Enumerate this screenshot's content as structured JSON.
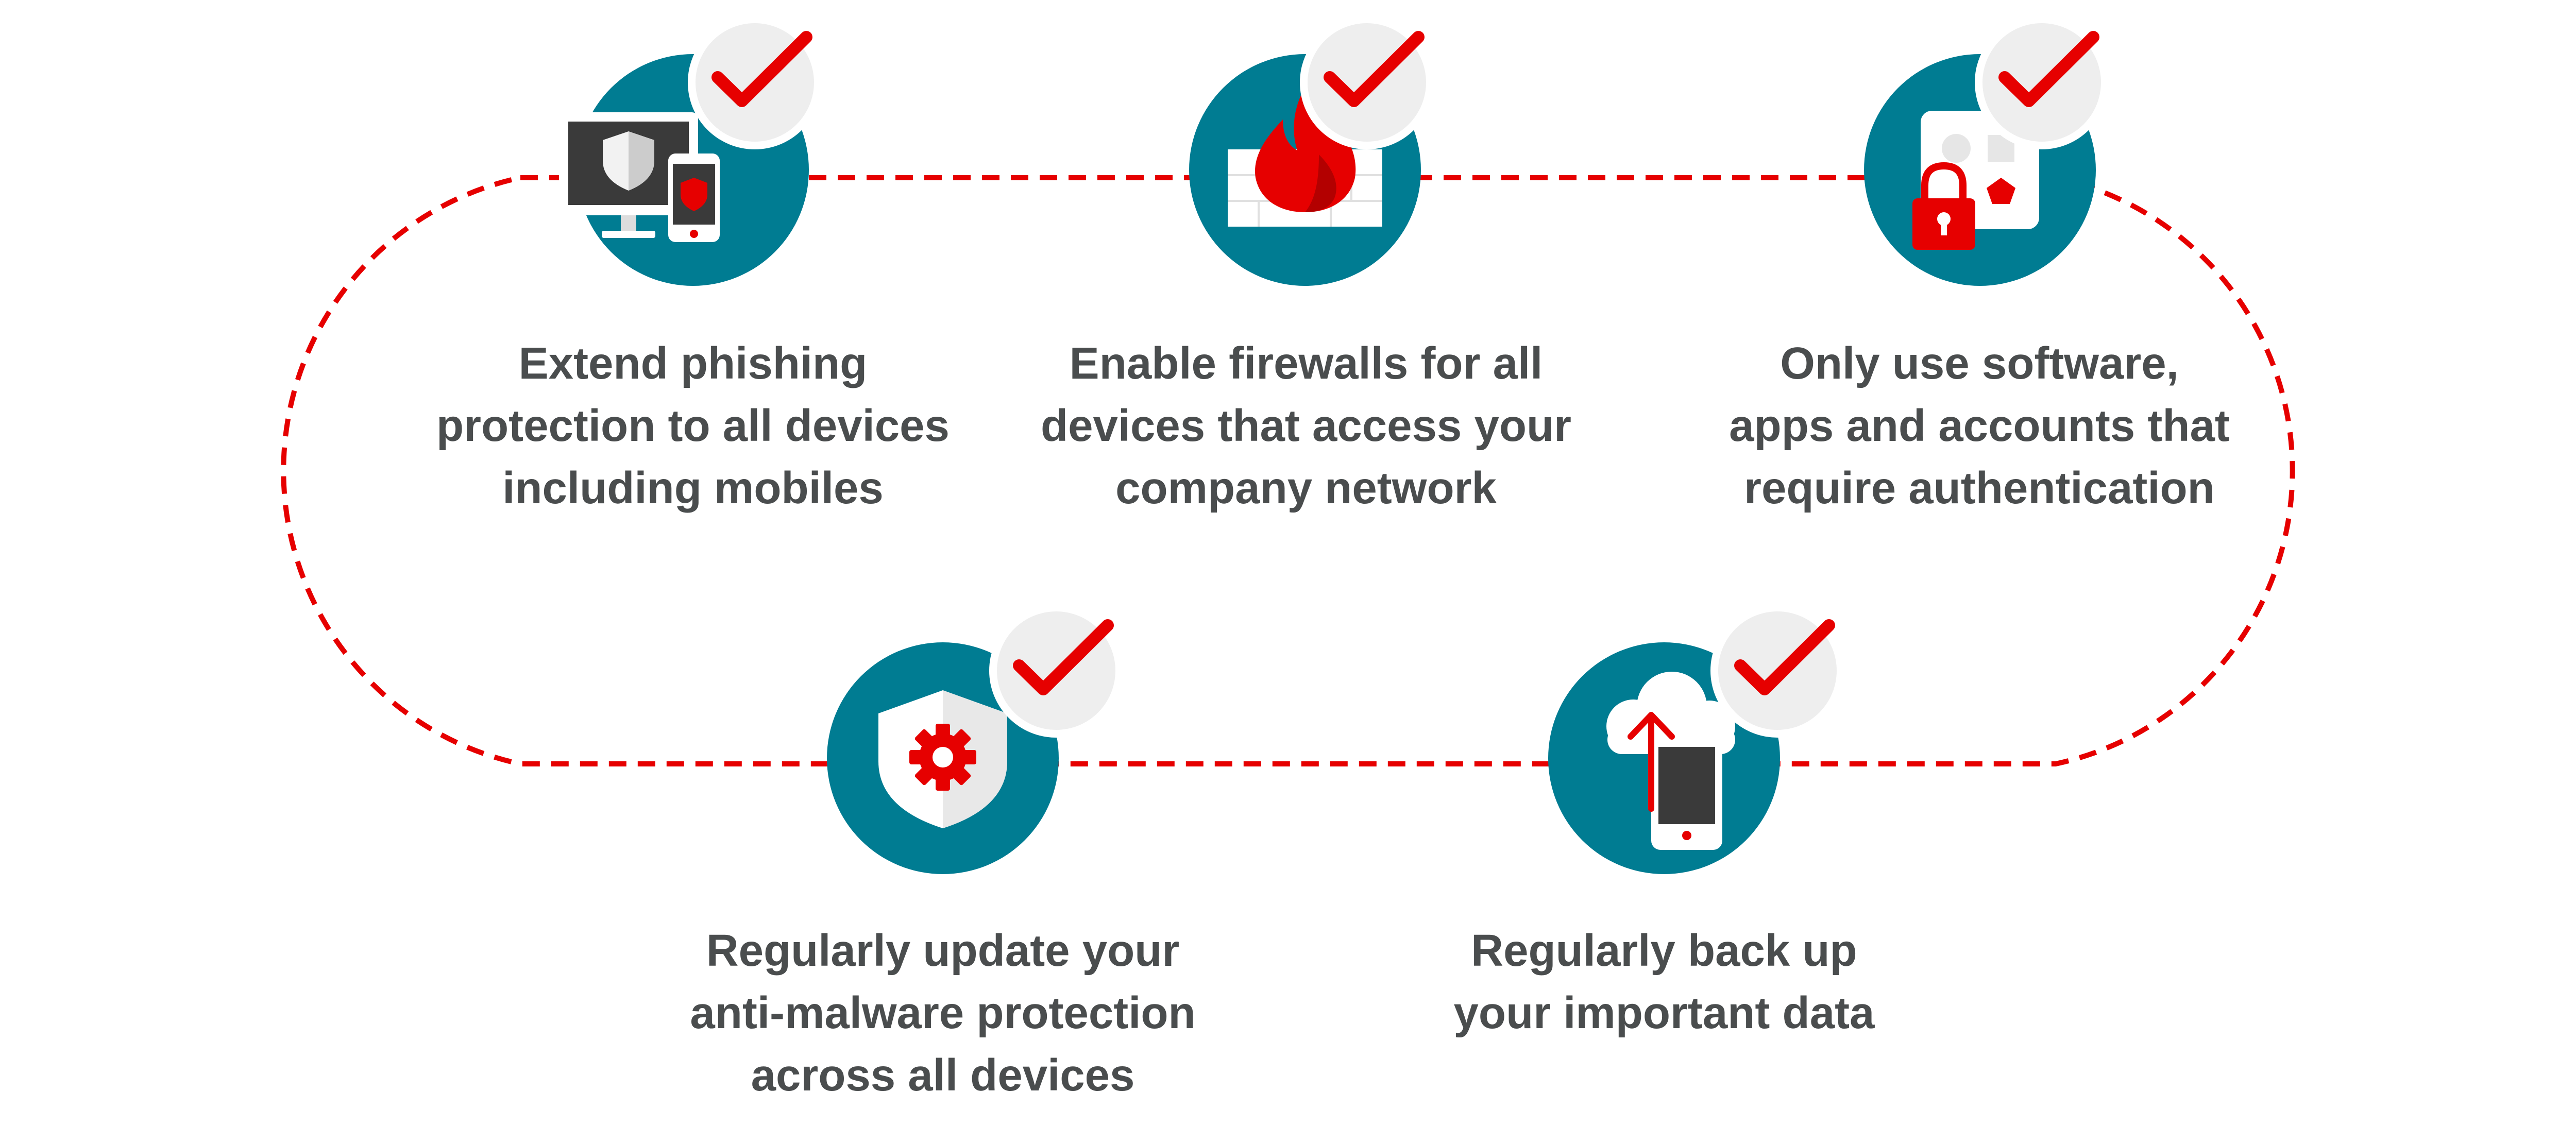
{
  "colors": {
    "accent_red": "#e60000",
    "circle_teal": "#007c92",
    "text_grey": "#4a4d4e",
    "badge_bg": "#eeeeee"
  },
  "steps": [
    {
      "icon": "devices-shield-icon",
      "lines": [
        "Extend phishing",
        "protection to all devices",
        "including mobiles"
      ]
    },
    {
      "icon": "firewall-flame-icon",
      "lines": [
        "Enable firewalls for all",
        "devices that access your",
        "company network"
      ]
    },
    {
      "icon": "authentication-lock-icon",
      "lines": [
        "Only use software,",
        "apps and accounts that",
        "require authentication"
      ]
    },
    {
      "icon": "anti-malware-shield-gear-icon",
      "lines": [
        "Regularly update your",
        "anti-malware protection",
        "across all devices"
      ]
    },
    {
      "icon": "cloud-backup-phone-icon",
      "lines": [
        "Regularly back up",
        "your important data"
      ]
    }
  ]
}
